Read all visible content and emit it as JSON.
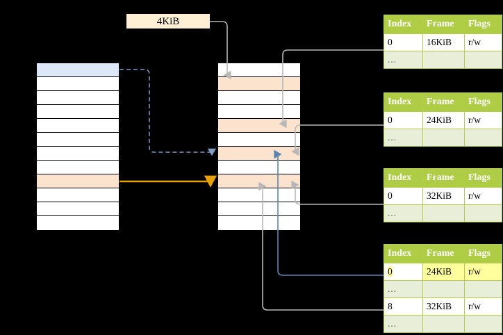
{
  "diagram": {
    "title_label": "4KiB",
    "colors": {
      "header_green": "#aecc44",
      "row_alt_green": "#e9eed8",
      "highlight_yellow": "#ffff9e",
      "peach": "#fce3cd",
      "blue_row": "#dce8f8",
      "orange_arrow": "#e8a200",
      "blue_arrow": "#5b84b1",
      "gray_arrow": "#b8b8b8",
      "background": "#000000"
    },
    "left_column": {
      "name": "virtual-address-space",
      "row_count": 12,
      "rows": [
        {
          "index": 0,
          "fill": "blue"
        },
        {
          "index": 1,
          "fill": "white"
        },
        {
          "index": 2,
          "fill": "white"
        },
        {
          "index": 3,
          "fill": "white"
        },
        {
          "index": 4,
          "fill": "white"
        },
        {
          "index": 5,
          "fill": "white"
        },
        {
          "index": 6,
          "fill": "white"
        },
        {
          "index": 7,
          "fill": "white"
        },
        {
          "index": 8,
          "fill": "peach"
        },
        {
          "index": 9,
          "fill": "white"
        },
        {
          "index": 10,
          "fill": "white"
        },
        {
          "index": 11,
          "fill": "white"
        }
      ]
    },
    "middle_column": {
      "name": "physical-memory",
      "row_count": 12,
      "rows": [
        {
          "index": 0,
          "fill": "white"
        },
        {
          "index": 1,
          "fill": "peach"
        },
        {
          "index": 2,
          "fill": "white"
        },
        {
          "index": 3,
          "fill": "white"
        },
        {
          "index": 4,
          "fill": "peach"
        },
        {
          "index": 5,
          "fill": "white"
        },
        {
          "index": 6,
          "fill": "peach"
        },
        {
          "index": 7,
          "fill": "white"
        },
        {
          "index": 8,
          "fill": "peach"
        },
        {
          "index": 9,
          "fill": "white"
        },
        {
          "index": 10,
          "fill": "white"
        },
        {
          "index": 11,
          "fill": "white"
        }
      ]
    },
    "page_tables": [
      {
        "id": "page-table-1",
        "headers": [
          "Index",
          "Frame",
          "Flags"
        ],
        "rows": [
          {
            "cells": [
              "0",
              "16KiB",
              "r/w"
            ],
            "style": "normal",
            "highlight": []
          },
          {
            "cells": [
              "...",
              "",
              ""
            ],
            "style": "dots",
            "highlight": []
          }
        ]
      },
      {
        "id": "page-table-2",
        "headers": [
          "Index",
          "Frame",
          "Flags"
        ],
        "rows": [
          {
            "cells": [
              "0",
              "24KiB",
              "r/w"
            ],
            "style": "normal",
            "highlight": []
          },
          {
            "cells": [
              "...",
              "",
              ""
            ],
            "style": "dots",
            "highlight": []
          }
        ]
      },
      {
        "id": "page-table-3",
        "headers": [
          "Index",
          "Frame",
          "Flags"
        ],
        "rows": [
          {
            "cells": [
              "0",
              "32KiB",
              "r/w"
            ],
            "style": "normal",
            "highlight": []
          },
          {
            "cells": [
              "...",
              "",
              ""
            ],
            "style": "dots",
            "highlight": []
          }
        ]
      },
      {
        "id": "page-table-4",
        "headers": [
          "Index",
          "Frame",
          "Flags"
        ],
        "rows": [
          {
            "cells": [
              "0",
              "24KiB",
              "r/w"
            ],
            "style": "normal",
            "highlight": [
              "frame",
              "flags"
            ]
          },
          {
            "cells": [
              "...",
              "",
              ""
            ],
            "style": "dots",
            "highlight": []
          },
          {
            "cells": [
              "8",
              "32KiB",
              "r/w"
            ],
            "style": "normal",
            "highlight": []
          },
          {
            "cells": [
              "...",
              "",
              ""
            ],
            "style": "dots",
            "highlight": []
          }
        ]
      }
    ],
    "connectors": [
      {
        "name": "size-label-to-physical-row-1",
        "color": "#b8b8b8",
        "style": "solid"
      },
      {
        "name": "virtual-row-0-to-physical-row-6",
        "color": "#7f9fc4",
        "style": "dashed"
      },
      {
        "name": "virtual-row-8-to-physical-row-8",
        "color": "#e8a200",
        "style": "solid"
      },
      {
        "name": "table1-to-physical-row-4",
        "color": "#b8b8b8",
        "style": "solid"
      },
      {
        "name": "table2-to-physical-row-6",
        "color": "#b8b8b8",
        "style": "solid"
      },
      {
        "name": "table3-to-physical-row-8",
        "color": "#b8b8b8",
        "style": "solid"
      },
      {
        "name": "table4-row0-to-physical-row-6",
        "color": "#5b84b1",
        "style": "solid"
      },
      {
        "name": "table4-row8-to-physical-row-8",
        "color": "#b8b8b8",
        "style": "solid"
      }
    ]
  }
}
